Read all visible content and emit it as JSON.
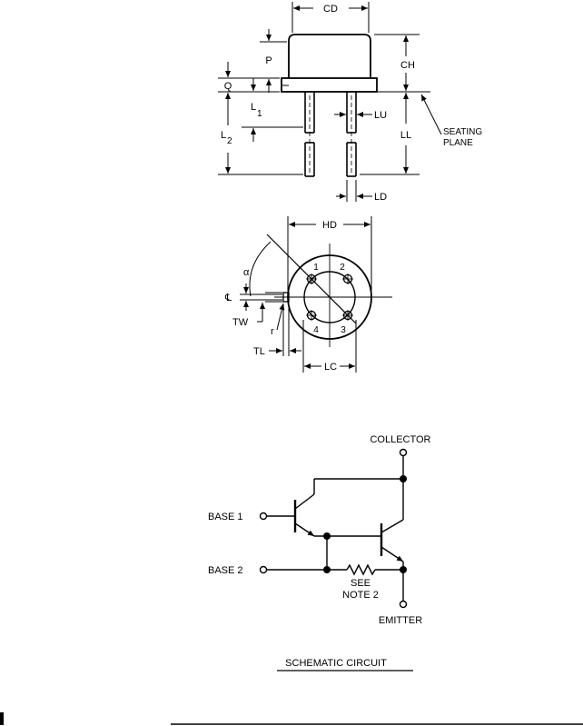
{
  "outline_labels": {
    "cd": "CD",
    "ch": "CH",
    "p": "P",
    "q": "Q",
    "l1": "L",
    "l1_sub": "1",
    "l2": "L",
    "l2_sub": "2",
    "lu": "LU",
    "ll": "LL",
    "seating_line1": "SEATING",
    "seating_line2": "PLANE",
    "ld": "LD"
  },
  "bottom_view_labels": {
    "hd": "HD",
    "alpha": "α",
    "centerline": "℄",
    "tw": "TW",
    "r": "r",
    "tl": "TL",
    "lc": "LC",
    "pin1": "1",
    "pin2": "2",
    "pin3": "3",
    "pin4": "4"
  },
  "schematic": {
    "collector": "COLLECTOR",
    "base1": "BASE 1",
    "base2": "BASE 2",
    "see_note_line1": "SEE",
    "see_note_line2": "NOTE 2",
    "emitter": "EMITTER",
    "title": "SCHEMATIC CIRCUIT"
  }
}
